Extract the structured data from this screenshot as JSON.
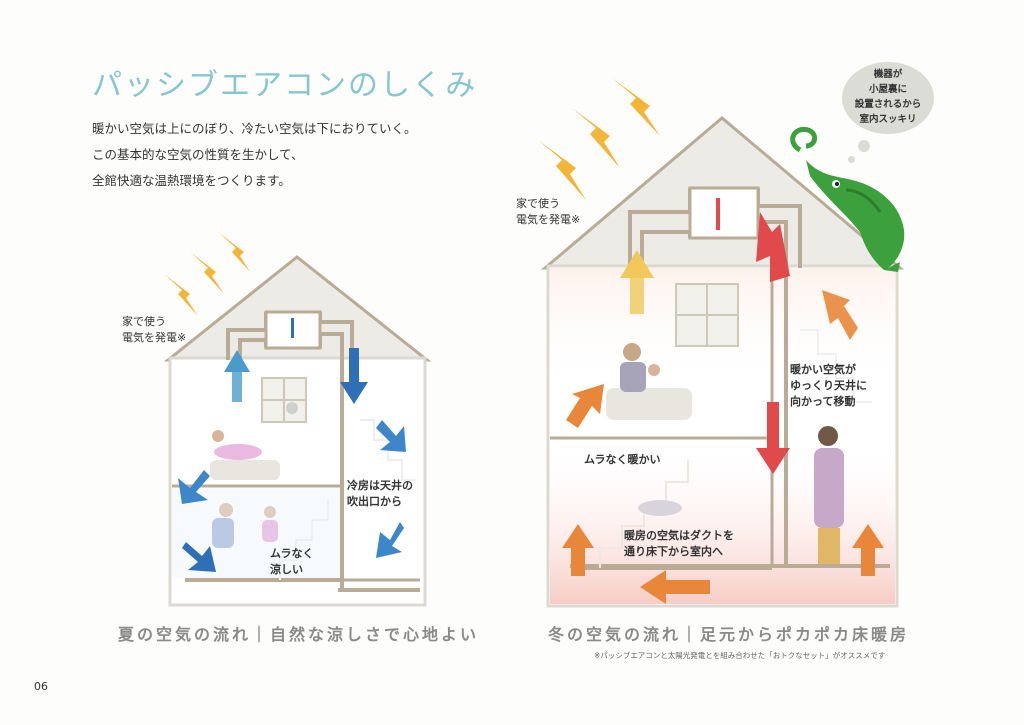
{
  "title": "パッシブエアコンのしくみ",
  "intro": [
    "暖かい空気は上にのぼり、冷たい空気は下におりていく。",
    "この基本的な空気の性質を生かして、",
    "全館快適な温熱環境をつくります。"
  ],
  "summer": {
    "power_label": [
      "家で使う",
      "電気を発電※"
    ],
    "outlet_label": [
      "冷房は天井の",
      "吹出口から"
    ],
    "cool_label": [
      "ムラなく",
      "涼しい"
    ],
    "caption": "夏の空気の流れ｜自然な涼しさで心地よい"
  },
  "winter": {
    "power_label": [
      "家で使う",
      "電気を発電※"
    ],
    "bubble": [
      "機器が",
      "小屋裏に",
      "設置されるから",
      "室内スッキリ"
    ],
    "rise_label": [
      "暖かい空気が",
      "ゆっくり天井に",
      "向かって移動"
    ],
    "warm_label": "ムラなく暖かい",
    "duct_label": [
      "暖房の空気はダクトを",
      "通り床下から室内へ"
    ],
    "caption": "冬の空気の流れ｜足元からポカポカ床暖房",
    "footnote": "※パッシブエアコンと太陽光発電とを組み合わせた「おトクなセット」がオススメです"
  },
  "page_number": "06",
  "colors": {
    "title": "#86c6cf",
    "bolt": "#f3b43a",
    "cool_arrow": "#2f6fb6",
    "warm_arrow": "#e8873a",
    "hot_arrow": "#e04a4a",
    "wall": "#b9ab95",
    "chameleon": "#3ca03c"
  },
  "icons": [
    "lightning-bolt-icon",
    "air-flow-arrow-icon",
    "window-icon",
    "chameleon-icon",
    "thought-bubble-icon"
  ]
}
